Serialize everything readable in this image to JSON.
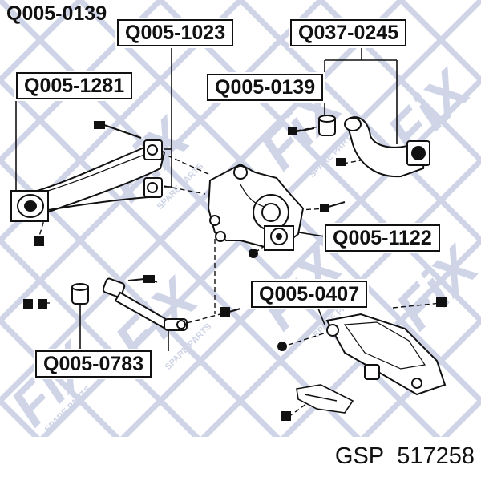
{
  "diagram": {
    "part_labels": {
      "top_left": "Q005-0139",
      "top_center": "Q005-1023",
      "top_right": "Q037-0245",
      "left": "Q005-1281",
      "center": "Q005-0139",
      "right_mid": "Q005-1122",
      "lower_mid": "Q005-0407",
      "bottom_left": "Q005-0783"
    },
    "watermark": {
      "brand": "FiX",
      "tagline": "SPARE PARTS",
      "color": "#cfd4e6"
    },
    "colors": {
      "ink": "#111111",
      "watermark": "#cfd4e6",
      "background": "#ffffff"
    }
  },
  "footer": {
    "brand": "GSP",
    "part_number": "517258"
  }
}
